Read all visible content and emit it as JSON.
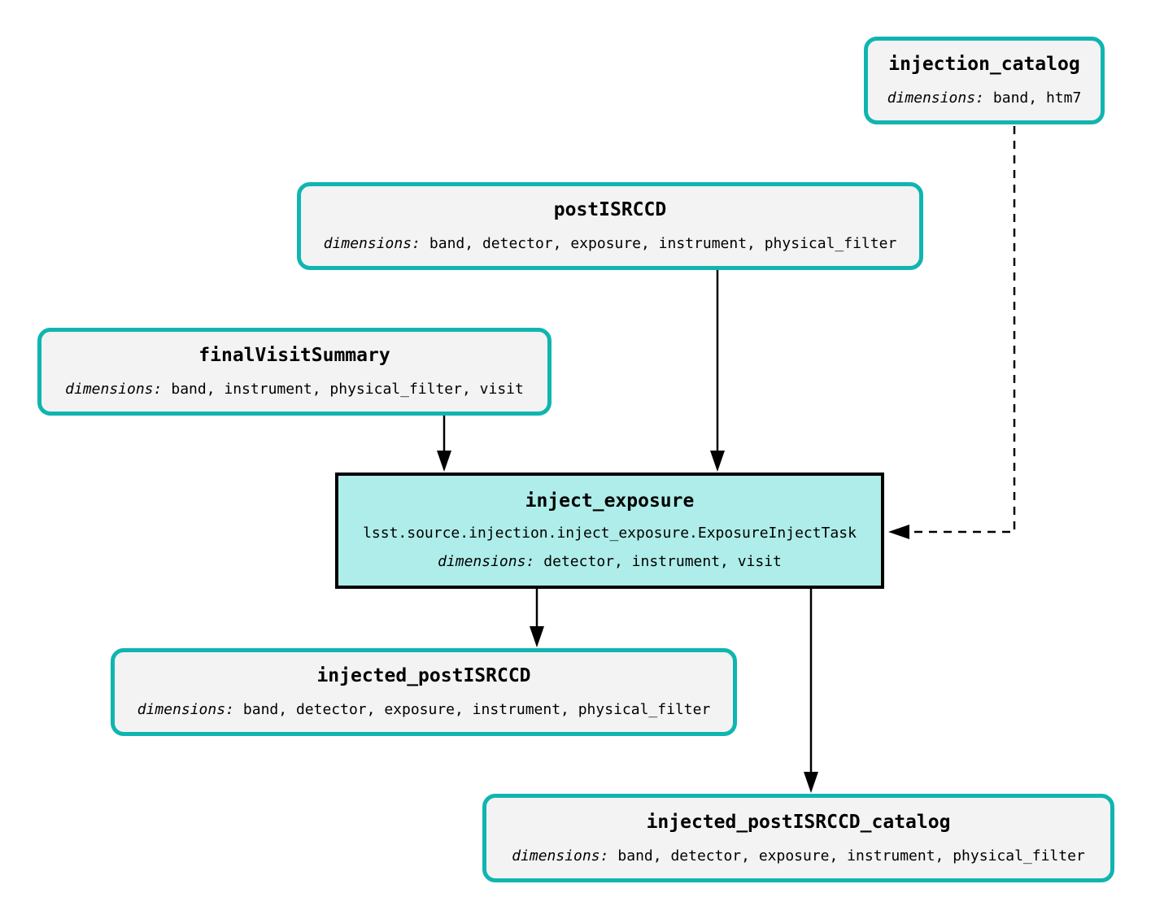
{
  "diagram": {
    "type": "pipeline-task-graph",
    "nodes": {
      "injection_catalog": {
        "title": "injection_catalog",
        "dimensions_label": "dimensions:",
        "dimensions": "band, htm7"
      },
      "postisrccd": {
        "title": "postISRCCD",
        "dimensions_label": "dimensions:",
        "dimensions": "band, detector, exposure, instrument, physical_filter"
      },
      "finalvisitsummary": {
        "title": "finalVisitSummary",
        "dimensions_label": "dimensions:",
        "dimensions": "band, instrument, physical_filter, visit"
      },
      "inject_exposure": {
        "title": "inject_exposure",
        "task_class": "lsst.source.injection.inject_exposure.ExposureInjectTask",
        "dimensions_label": "dimensions:",
        "dimensions": "detector, instrument, visit"
      },
      "injected_postisrccd": {
        "title": "injected_postISRCCD",
        "dimensions_label": "dimensions:",
        "dimensions": "band, detector, exposure, instrument, physical_filter"
      },
      "injected_postisrccd_catalog": {
        "title": "injected_postISRCCD_catalog",
        "dimensions_label": "dimensions:",
        "dimensions": "band, detector, exposure, instrument, physical_filter"
      }
    },
    "edges": [
      {
        "from": "postISRCCD",
        "to": "inject_exposure",
        "style": "solid"
      },
      {
        "from": "finalVisitSummary",
        "to": "inject_exposure",
        "style": "solid"
      },
      {
        "from": "injection_catalog",
        "to": "inject_exposure",
        "style": "dashed"
      },
      {
        "from": "inject_exposure",
        "to": "injected_postISRCCD",
        "style": "solid"
      },
      {
        "from": "inject_exposure",
        "to": "injected_postISRCCD_catalog",
        "style": "solid"
      }
    ],
    "colors": {
      "dataset_border": "#10B5B0",
      "dataset_fill": "#F3F3F3",
      "task_fill": "#AEEDE9",
      "task_border": "#000000",
      "edge_color": "#000000",
      "background": "#FFFFFF",
      "text": "#000000"
    }
  }
}
